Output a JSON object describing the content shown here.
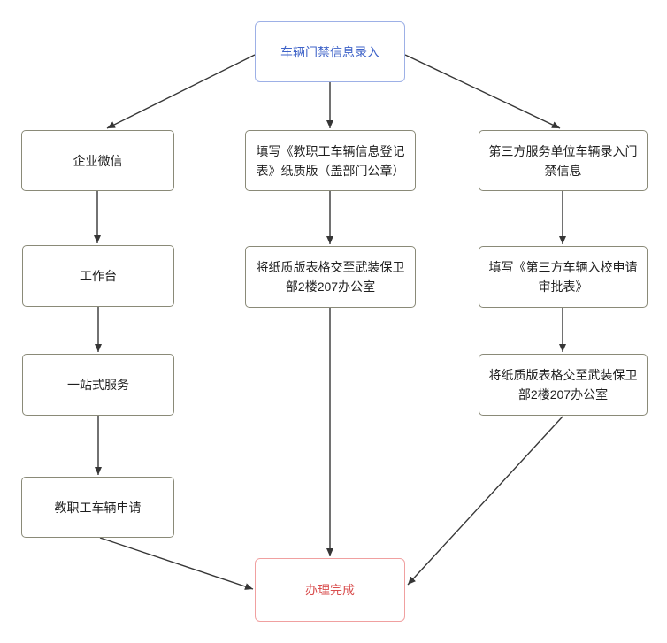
{
  "diagram": {
    "type": "flowchart",
    "background": "#ffffff",
    "colors": {
      "arrow": "#363636",
      "node_border": "#8a8a78",
      "node_text": "#1f1f1f",
      "node_fill": "#ffffff",
      "start_border": "#9db0e6",
      "start_text": "#3f63c8",
      "end_border": "#f0a0a0",
      "end_text": "#d94f4f"
    },
    "nodes": {
      "start": {
        "label": "车辆门禁信息录入"
      },
      "wechat": {
        "label": "企业微信"
      },
      "workbench": {
        "label": "工作台"
      },
      "one_stop": {
        "label": "一站式服务"
      },
      "staff_apply": {
        "label": "教职工车辆申请"
      },
      "fill_staff_form": {
        "label": "填写《教职工车辆信息登记表》纸质版（盖部门公章）"
      },
      "submit_staff_form": {
        "label": "将纸质版表格交至武装保卫部2楼207办公室"
      },
      "third_party": {
        "label": "第三方服务单位车辆录入门禁信息"
      },
      "fill_third_form": {
        "label": "填写《第三方车辆入校申请审批表》"
      },
      "submit_third_form": {
        "label": "将纸质版表格交至武装保卫部2楼207办公室"
      },
      "end": {
        "label": "办理完成"
      }
    },
    "edges": [
      {
        "from": "start",
        "to": "wechat"
      },
      {
        "from": "start",
        "to": "fill_staff_form"
      },
      {
        "from": "start",
        "to": "third_party"
      },
      {
        "from": "wechat",
        "to": "workbench"
      },
      {
        "from": "workbench",
        "to": "one_stop"
      },
      {
        "from": "one_stop",
        "to": "staff_apply"
      },
      {
        "from": "staff_apply",
        "to": "end"
      },
      {
        "from": "fill_staff_form",
        "to": "submit_staff_form"
      },
      {
        "from": "submit_staff_form",
        "to": "end"
      },
      {
        "from": "third_party",
        "to": "fill_third_form"
      },
      {
        "from": "fill_third_form",
        "to": "submit_third_form"
      },
      {
        "from": "submit_third_form",
        "to": "end"
      }
    ]
  }
}
